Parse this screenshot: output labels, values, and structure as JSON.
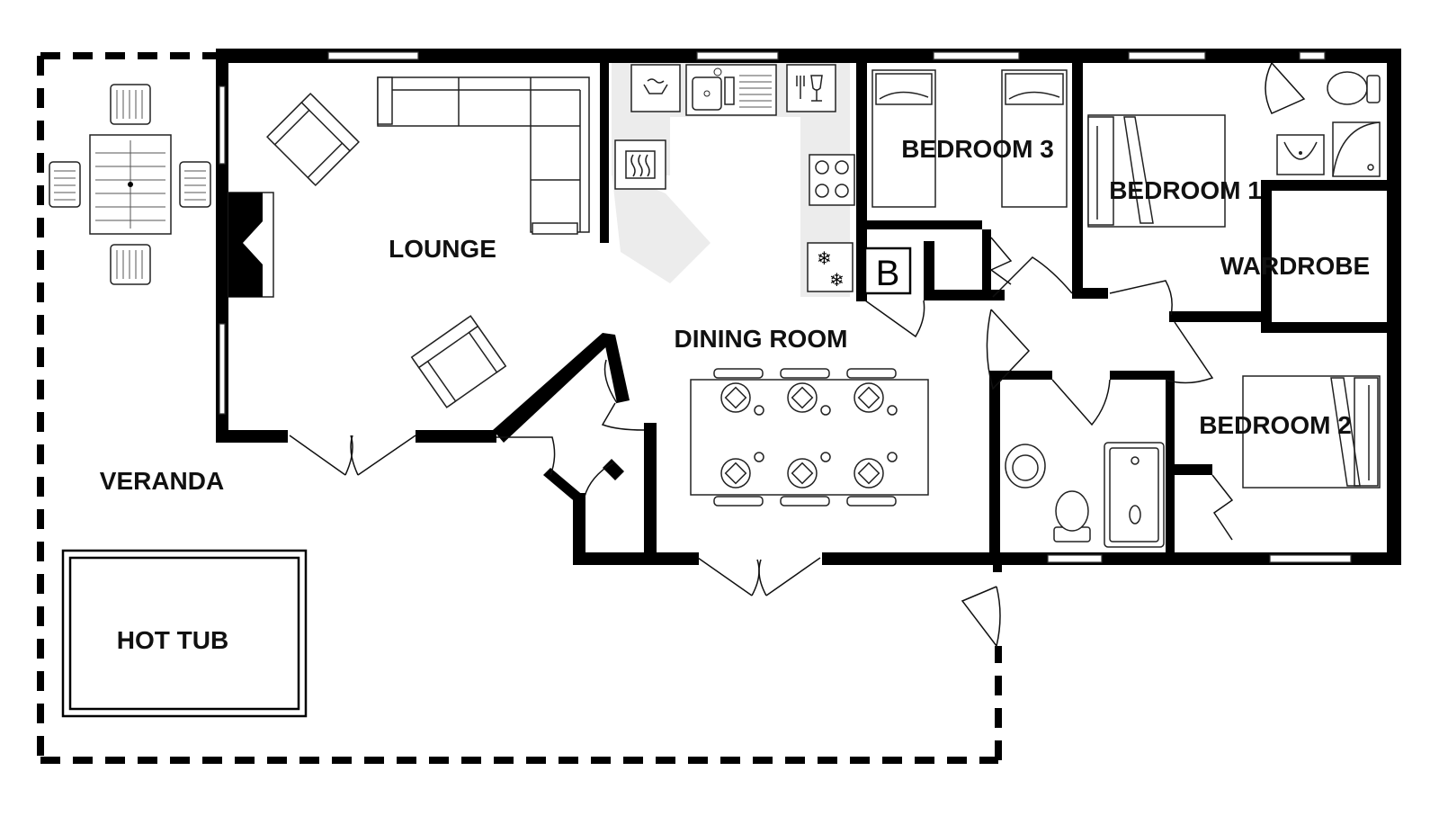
{
  "plan": {
    "colors": {
      "wall": "#000000",
      "line": "#222222",
      "background": "#ffffff",
      "kitchen_floor": "#ececec"
    },
    "rooms": {
      "lounge": "LOUNGE",
      "dining_room": "DINING ROOM",
      "bedroom1": "BEDROOM 1",
      "bedroom2": "BEDROOM 2",
      "bedroom3": "BEDROOM 3",
      "wardrobe": "WARDROBE",
      "veranda": "VERANDA",
      "hot_tub": "HOT TUB"
    },
    "boiler_label": "B",
    "icons": [
      "dining-set-icon",
      "armchair-icon",
      "sofa-icon",
      "sink-icon",
      "washing-machine-icon",
      "dishwasher-icon",
      "microwave-icon",
      "hob-icon",
      "freezer-icon",
      "single-bed-icon",
      "double-bed-icon",
      "toilet-icon",
      "basin-icon",
      "shower-icon",
      "fireplace-icon",
      "dining-table-icon",
      "door-icon",
      "window-icon"
    ]
  }
}
